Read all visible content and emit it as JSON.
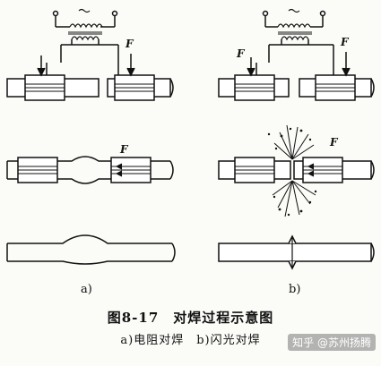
{
  "figure": {
    "title": "图8-17　对焊过程示意图",
    "subtitle": "a)电阻对焊　b)闪光对焊",
    "panel_a": "a)",
    "panel_b": "b)",
    "force_label": "F",
    "watermark": "知乎 @苏州扬腾"
  }
}
